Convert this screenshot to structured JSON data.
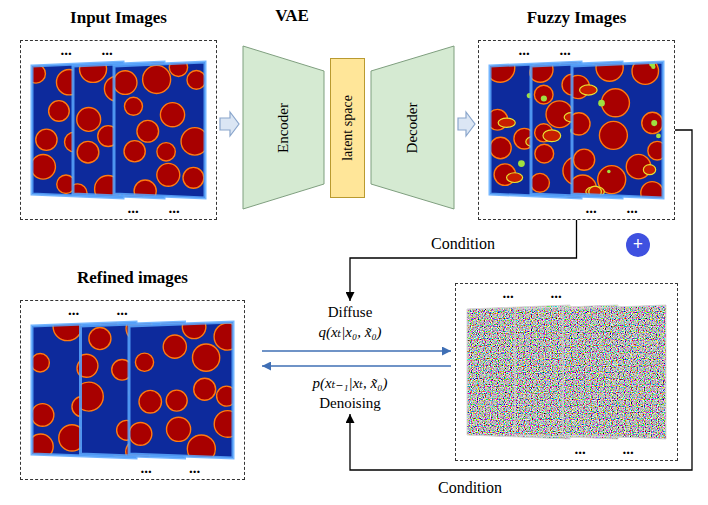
{
  "diagram": {
    "nodes": [
      {
        "text": [
          "Input Images",
          "...",
          "...",
          "...",
          "..."
        ]
      },
      {
        "text": [
          "VAE"
        ]
      },
      {
        "text": [
          "Encoder"
        ],
        "in": 1
      },
      {
        "text": [
          "latent space"
        ],
        "in": 1
      },
      {
        "text": [
          "Decoder"
        ],
        "in": 1
      },
      {
        "text": [
          "Fuzzy Images",
          "...",
          "...",
          "...",
          "..."
        ]
      },
      {
        "text": [
          "+"
        ]
      },
      {
        "text": [
          "Refined images",
          "...",
          "...",
          "...",
          "..."
        ]
      },
      {
        "text": [
          "Diffuse",
          "q(xₜ|x₀, x̃₀)"
        ]
      },
      {
        "text": [
          "...",
          "...",
          "...",
          "..."
        ]
      },
      {
        "text": [
          "p(xₜ₋₁|xₜ, x̃₀)",
          "Denoising"
        ]
      }
    ],
    "edges": [
      {
        "from": 0,
        "to": 1,
        "arrow": "to"
      },
      {
        "from": 1,
        "to": 5,
        "arrow": "to"
      },
      {
        "from": 5,
        "to": 8,
        "label": "Condition",
        "arrow": "to"
      },
      {
        "from": 5,
        "to": 10,
        "label": "Condition",
        "arrow": "to"
      },
      {
        "from": 7,
        "to": 9,
        "arrow": "to"
      },
      {
        "from": 9,
        "to": 7,
        "arrow": "to"
      }
    ]
  }
}
